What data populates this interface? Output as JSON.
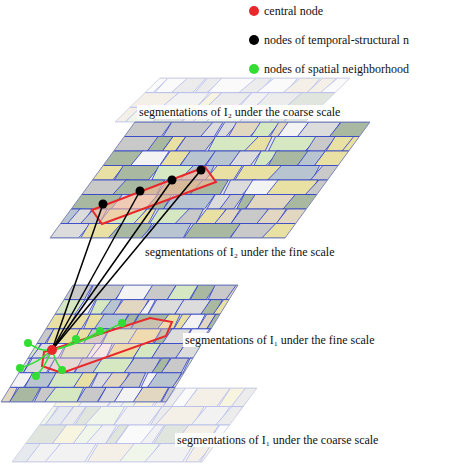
{
  "diagram": {
    "labels": [
      "segmentations of I₂ under the coarse scale",
      "segmentations of I₂ under the fine scale",
      "segmentations of I₁ under the fine scale",
      "segmentations of I₁ under the coarse scale"
    ],
    "legend": [
      {
        "text": "central node",
        "color": "#e8282b"
      },
      {
        "text": "nodes of temporal-structural n",
        "color": "#000000"
      },
      {
        "text": "nodes of spatial neighborhood",
        "color": "#33dd33"
      }
    ]
  }
}
